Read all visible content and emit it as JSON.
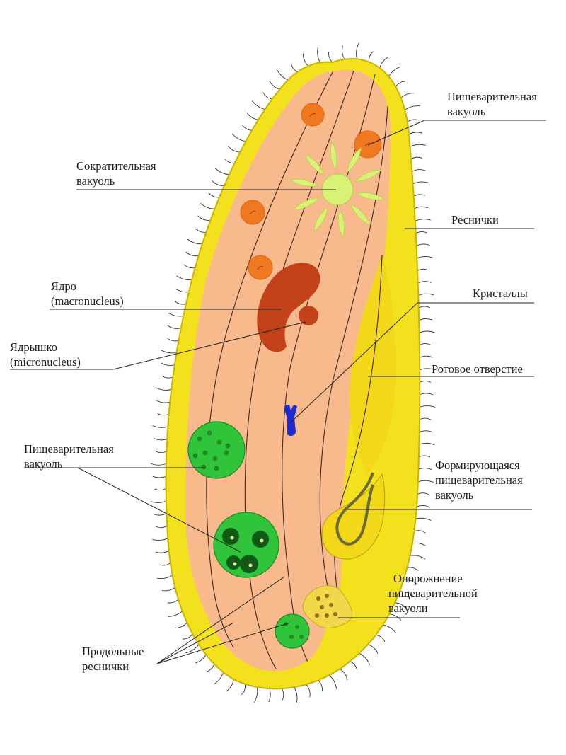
{
  "labels": {
    "digestive_vacuole_top": [
      "Пищеварительная",
      "вакуоль"
    ],
    "contractile_vacuole": [
      "Сократительная",
      "вакуоль"
    ],
    "cilia": [
      "Реснички"
    ],
    "macronucleus": [
      "Ядро",
      "(macronucleus)"
    ],
    "crystals": [
      "Кристаллы"
    ],
    "micronucleus": [
      "Ядрышко",
      "(micronucleus)"
    ],
    "oral_opening": [
      "Ротовое отверстие"
    ],
    "digestive_vacuole_left": [
      "Пищеварительная",
      "вакуоль"
    ],
    "forming_vacuole": [
      "Формирующаяся",
      "пищеварительная",
      "вакуоль"
    ],
    "excretion": [
      "Опорожнение",
      "пищеварительной",
      "вакуоли"
    ],
    "longitudinal_cilia": [
      "Продольные",
      "реснички"
    ]
  },
  "colors": {
    "membrane": "#f4e11e",
    "membrane_edge": "#c9b400",
    "cytoplasm": "#f8b98c",
    "orange_vacuole": "#f0781e",
    "contractile": "#d9f274",
    "nucleus": "#c4421a",
    "green_vacuole": "#2fc43a",
    "green_dark": "#1f8c28",
    "crystal": "#1d2bd6",
    "oral_groove": "#f3d81a",
    "forming_tube": "#6a6a3a",
    "anal_pore": "#f0d84a"
  }
}
